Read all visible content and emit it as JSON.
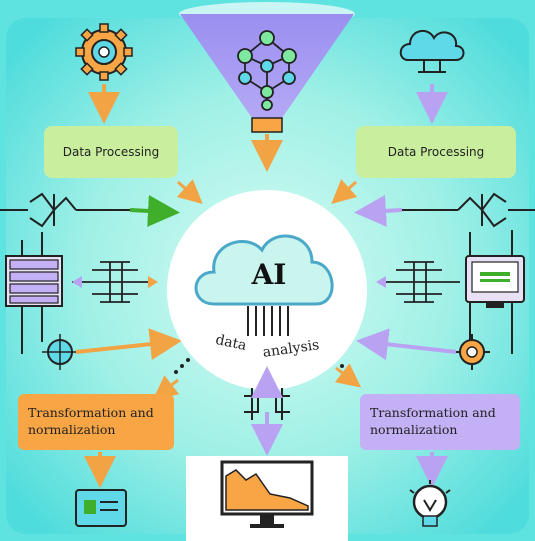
{
  "center": {
    "title": "AI",
    "subtitle_words": [
      "data",
      "analysis"
    ]
  },
  "boxes": {
    "top_left": "Data Processing",
    "top_right": "Data Processing",
    "bottom_left": "Transformation and normalization",
    "bottom_right": "Transformation and normalization"
  },
  "colors": {
    "background_teal": "#5fe3e0",
    "background_light": "#c9f8f0",
    "green_box": "#c9ef9e",
    "orange_box": "#f7a545",
    "purple_box": "#c3b0f5",
    "orange_arrow": "#f2a344",
    "purple_arrow": "#b9a2f2",
    "green_arrow": "#3fae2a",
    "funnel": "#a89bf0",
    "ai_circle": "#ffffff"
  },
  "icons": [
    "gear-icon",
    "neural-network-icon",
    "cloud-icon",
    "circuit-icon",
    "server-rack-icon",
    "network-arrows-icon",
    "monitor-icon",
    "ai-cloud-icon",
    "chart-monitor-icon",
    "lightbulb-icon",
    "id-card-icon",
    "chip-icon"
  ]
}
